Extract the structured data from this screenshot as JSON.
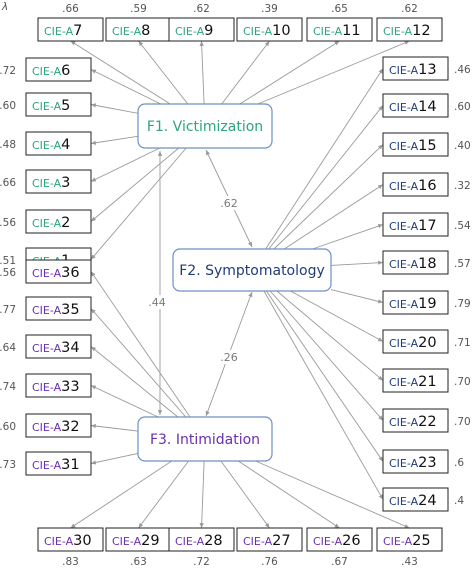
{
  "lambda_symbol": "λ",
  "colors": {
    "victimization": "#2aa57e",
    "symptomatology": "#1f3c7a",
    "intimidation": "#6a2fb0",
    "factor_border": "#6f8fc4",
    "arrow": "#9a9a9a"
  },
  "factors": [
    {
      "id": "F1",
      "label": "F1. Victimization"
    },
    {
      "id": "F2",
      "label": "F2. Symptomatology"
    },
    {
      "id": "F3",
      "label": "F3. Intimidation"
    }
  ],
  "correlations": [
    {
      "between": [
        "F1",
        "F2"
      ],
      "value": ".62"
    },
    {
      "between": [
        "F1",
        "F3"
      ],
      "value": ".44"
    },
    {
      "between": [
        "F2",
        "F3"
      ],
      "value": ".26"
    }
  ],
  "items": [
    {
      "prefix": "CIE-A",
      "number": "7",
      "factor": "F1",
      "loading": ".66"
    },
    {
      "prefix": "CIE-A",
      "number": "8",
      "factor": "F1",
      "loading": ".59"
    },
    {
      "prefix": "CIE-A",
      "number": "9",
      "factor": "F1",
      "loading": ".62"
    },
    {
      "prefix": "CIE-A",
      "number": "10",
      "factor": "F1",
      "loading": ".39"
    },
    {
      "prefix": "CIE-A",
      "number": "11",
      "factor": "F1",
      "loading": ".65"
    },
    {
      "prefix": "CIE-A",
      "number": "12",
      "factor": "F1",
      "loading": ".62"
    },
    {
      "prefix": "CIE-A",
      "number": "6",
      "factor": "F1",
      "loading": ".72"
    },
    {
      "prefix": "CIE-A",
      "number": "5",
      "factor": "F1",
      "loading": ".60"
    },
    {
      "prefix": "CIE-A",
      "number": "4",
      "factor": "F1",
      "loading": ".48"
    },
    {
      "prefix": "CIE-A",
      "number": "3",
      "factor": "F1",
      "loading": ".66"
    },
    {
      "prefix": "CIE-A",
      "number": "2",
      "factor": "F1",
      "loading": ".56"
    },
    {
      "prefix": "CIE-A",
      "number": "1",
      "factor": "F1",
      "loading": ".51"
    },
    {
      "prefix": "CIE-A",
      "number": "36",
      "factor": "F3",
      "loading": ".56"
    },
    {
      "prefix": "CIE-A",
      "number": "35",
      "factor": "F3",
      "loading": ".77"
    },
    {
      "prefix": "CIE-A",
      "number": "34",
      "factor": "F3",
      "loading": ".64"
    },
    {
      "prefix": "CIE-A",
      "number": "33",
      "factor": "F3",
      "loading": ".74"
    },
    {
      "prefix": "CIE-A",
      "number": "32",
      "factor": "F3",
      "loading": ".60"
    },
    {
      "prefix": "CIE-A",
      "number": "31",
      "factor": "F3",
      "loading": ".73"
    },
    {
      "prefix": "CIE-A",
      "number": "30",
      "factor": "F3",
      "loading": ".83"
    },
    {
      "prefix": "CIE-A",
      "number": "29",
      "factor": "F3",
      "loading": ".63"
    },
    {
      "prefix": "CIE-A",
      "number": "28",
      "factor": "F3",
      "loading": ".72"
    },
    {
      "prefix": "CIE-A",
      "number": "27",
      "factor": "F3",
      "loading": ".76"
    },
    {
      "prefix": "CIE-A",
      "number": "26",
      "factor": "F3",
      "loading": ".67"
    },
    {
      "prefix": "CIE-A",
      "number": "25",
      "factor": "F3",
      "loading": ".43"
    },
    {
      "prefix": "CIE-A",
      "number": "13",
      "factor": "F2",
      "loading": ".46"
    },
    {
      "prefix": "CIE-A",
      "number": "14",
      "factor": "F2",
      "loading": ".60"
    },
    {
      "prefix": "CIE-A",
      "number": "15",
      "factor": "F2",
      "loading": ".40"
    },
    {
      "prefix": "CIE-A",
      "number": "16",
      "factor": "F2",
      "loading": ".32"
    },
    {
      "prefix": "CIE-A",
      "number": "17",
      "factor": "F2",
      "loading": ".54"
    },
    {
      "prefix": "CIE-A",
      "number": "18",
      "factor": "F2",
      "loading": ".57"
    },
    {
      "prefix": "CIE-A",
      "number": "19",
      "factor": "F2",
      "loading": ".79"
    },
    {
      "prefix": "CIE-A",
      "number": "20",
      "factor": "F2",
      "loading": ".71"
    },
    {
      "prefix": "CIE-A",
      "number": "21",
      "factor": "F2",
      "loading": ".70"
    },
    {
      "prefix": "CIE-A",
      "number": "22",
      "factor": "F2",
      "loading": ".70"
    },
    {
      "prefix": "CIE-A",
      "number": "23",
      "factor": "F2",
      "loading": ".6"
    },
    {
      "prefix": "CIE-A",
      "number": "24",
      "factor": "F2",
      "loading": ".4"
    }
  ]
}
